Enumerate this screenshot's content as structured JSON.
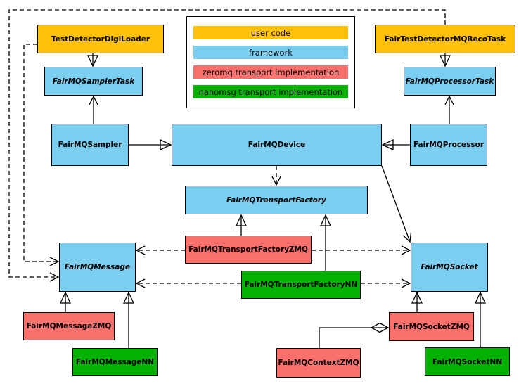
{
  "legend": {
    "items": [
      {
        "label": "user code",
        "layer": "user",
        "color": "#FFC107"
      },
      {
        "label": "framework",
        "layer": "framework",
        "color": "#7CCEF0"
      },
      {
        "label": "zeromq transport implementation",
        "layer": "zeromq",
        "color": "#F9706C"
      },
      {
        "label": "nanomsg transport implementation",
        "layer": "nanomsg",
        "color": "#02B102"
      }
    ]
  },
  "nodes": {
    "testDetectorDigiLoader": {
      "label": "TestDetectorDigiLoader",
      "layer": "user code",
      "abstract": false
    },
    "fairTestDetectorMQRecoTask": {
      "label": "FairTestDetectorMQRecoTask",
      "layer": "user code",
      "abstract": false
    },
    "fairMQSamplerTask": {
      "label": "FairMQSamplerTask",
      "layer": "framework",
      "abstract": true
    },
    "fairMQProcessorTask": {
      "label": "FairMQProcessorTask",
      "layer": "framework",
      "abstract": true
    },
    "fairMQSampler": {
      "label": "FairMQSampler",
      "layer": "framework",
      "abstract": false
    },
    "fairMQDevice": {
      "label": "FairMQDevice",
      "layer": "framework",
      "abstract": false
    },
    "fairMQProcessor": {
      "label": "FairMQProcessor",
      "layer": "framework",
      "abstract": false
    },
    "fairMQTransportFactory": {
      "label": "FairMQTransportFactory",
      "layer": "framework",
      "abstract": true
    },
    "fairMQTransportFactoryZMQ": {
      "label": "FairMQTransportFactoryZMQ",
      "layer": "zeromq",
      "abstract": false
    },
    "fairMQTransportFactoryNN": {
      "label": "FairMQTransportFactoryNN",
      "layer": "nanomsg",
      "abstract": false
    },
    "fairMQMessage": {
      "label": "FairMQMessage",
      "layer": "framework",
      "abstract": true
    },
    "fairMQSocket": {
      "label": "FairMQSocket",
      "layer": "framework",
      "abstract": true
    },
    "fairMQMessageZMQ": {
      "label": "FairMQMessageZMQ",
      "layer": "zeromq",
      "abstract": false
    },
    "fairMQMessageNN": {
      "label": "FairMQMessageNN",
      "layer": "nanomsg",
      "abstract": false
    },
    "fairMQSocketZMQ": {
      "label": "FairMQSocketZMQ",
      "layer": "zeromq",
      "abstract": false
    },
    "fairMQContextZMQ": {
      "label": "FairMQContextZMQ",
      "layer": "zeromq",
      "abstract": false
    },
    "fairMQSocketNN": {
      "label": "FairMQSocketNN",
      "layer": "nanomsg",
      "abstract": false
    }
  },
  "edges": [
    {
      "from": "TestDetectorDigiLoader",
      "to": "FairMQSamplerTask",
      "type": "inheritance",
      "style": "solid"
    },
    {
      "from": "FairTestDetectorMQRecoTask",
      "to": "FairMQProcessorTask",
      "type": "inheritance",
      "style": "solid"
    },
    {
      "from": "FairMQSampler",
      "to": "FairMQSamplerTask",
      "type": "association",
      "style": "solid"
    },
    {
      "from": "FairMQProcessor",
      "to": "FairMQProcessorTask",
      "type": "association",
      "style": "solid"
    },
    {
      "from": "FairMQSampler",
      "to": "FairMQDevice",
      "type": "inheritance",
      "style": "solid"
    },
    {
      "from": "FairMQProcessor",
      "to": "FairMQDevice",
      "type": "inheritance",
      "style": "solid"
    },
    {
      "from": "FairMQDevice",
      "to": "FairMQTransportFactory",
      "type": "dependency",
      "style": "dashed"
    },
    {
      "from": "FairMQDevice",
      "to": "FairMQSocket",
      "type": "association",
      "style": "solid"
    },
    {
      "from": "FairMQTransportFactoryZMQ",
      "to": "FairMQTransportFactory",
      "type": "inheritance",
      "style": "solid"
    },
    {
      "from": "FairMQTransportFactoryNN",
      "to": "FairMQTransportFactory",
      "type": "inheritance",
      "style": "solid"
    },
    {
      "from": "FairMQTransportFactoryZMQ",
      "to": "FairMQMessage",
      "type": "dependency",
      "style": "dashed"
    },
    {
      "from": "FairMQTransportFactoryZMQ",
      "to": "FairMQSocket",
      "type": "dependency",
      "style": "dashed"
    },
    {
      "from": "FairMQTransportFactoryNN",
      "to": "FairMQMessage",
      "type": "dependency",
      "style": "dashed"
    },
    {
      "from": "FairMQTransportFactoryNN",
      "to": "FairMQSocket",
      "type": "dependency",
      "style": "dashed"
    },
    {
      "from": "TestDetectorDigiLoader",
      "to": "FairMQMessage",
      "type": "dependency",
      "style": "dashed"
    },
    {
      "from": "FairTestDetectorMQRecoTask",
      "to": "FairMQMessage",
      "type": "dependency",
      "style": "dashed"
    },
    {
      "from": "FairMQMessageZMQ",
      "to": "FairMQMessage",
      "type": "inheritance",
      "style": "solid"
    },
    {
      "from": "FairMQMessageNN",
      "to": "FairMQMessage",
      "type": "inheritance",
      "style": "solid"
    },
    {
      "from": "FairMQSocketZMQ",
      "to": "FairMQSocket",
      "type": "inheritance",
      "style": "solid"
    },
    {
      "from": "FairMQSocketNN",
      "to": "FairMQSocket",
      "type": "inheritance",
      "style": "solid"
    },
    {
      "from": "FairMQSocketZMQ",
      "to": "FairMQContextZMQ",
      "type": "composition",
      "style": "solid"
    }
  ],
  "colors": {
    "user_code": "#FFC107",
    "framework": "#7CCEF0",
    "zeromq_impl": "#F9706C",
    "nanomsg_impl": "#02B102",
    "border": "#000000",
    "background": "#FFFFFF"
  }
}
